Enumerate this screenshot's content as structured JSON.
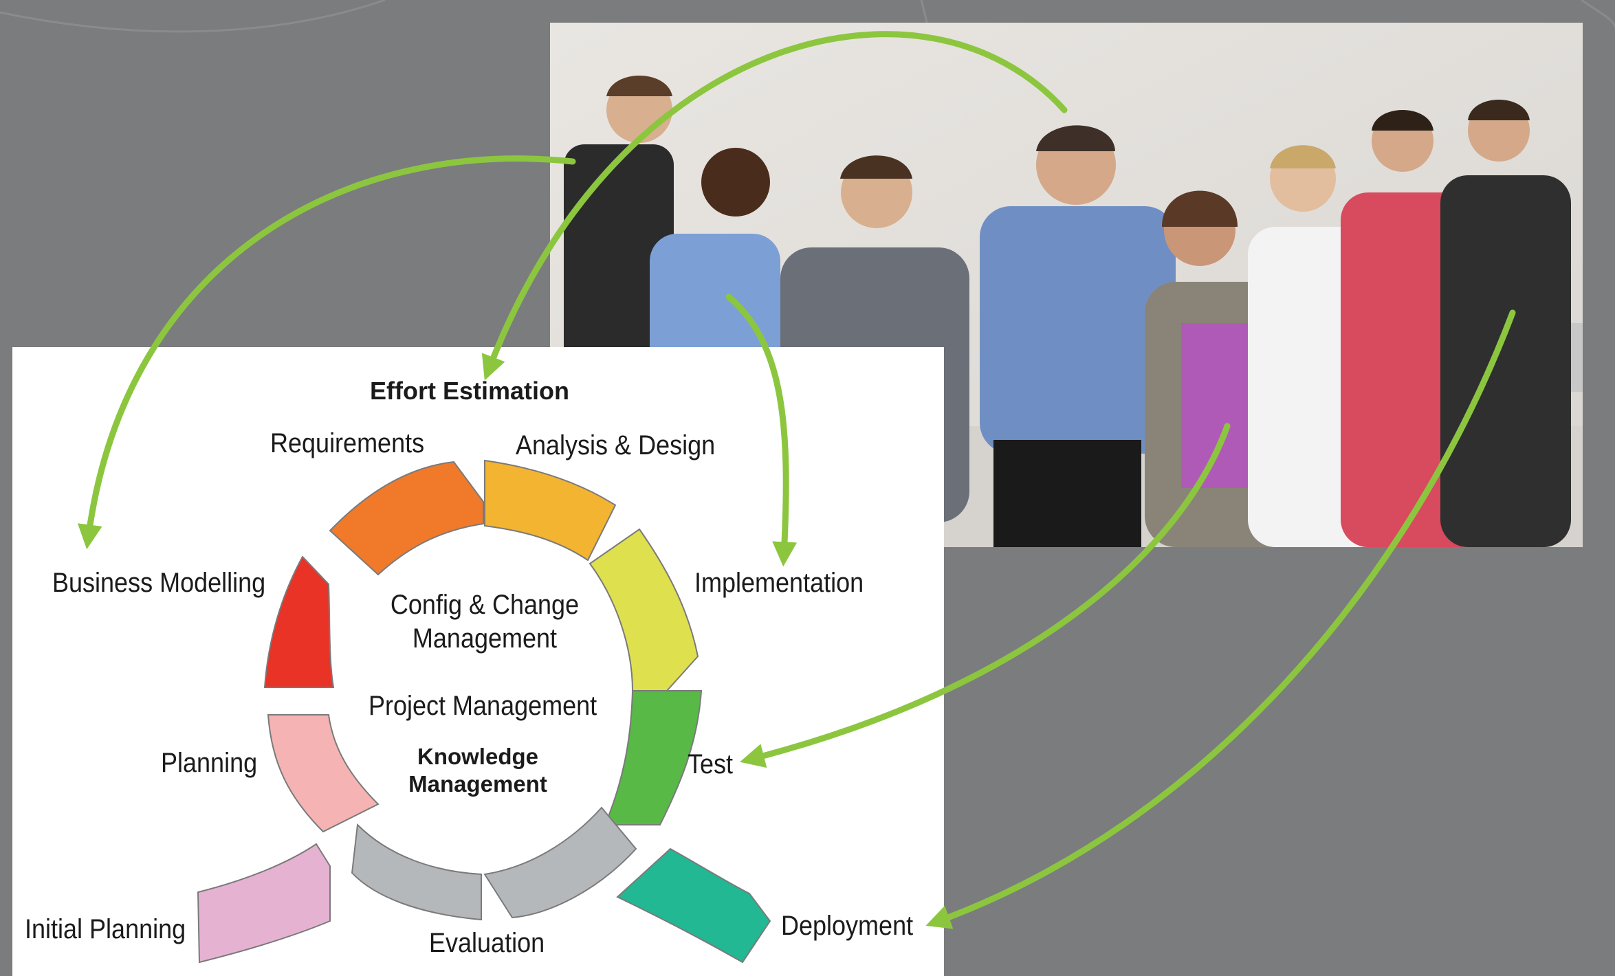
{
  "diagram": {
    "title": "Effort Estimation",
    "phases": {
      "requirements": "Requirements",
      "analysis_design": "Analysis & Design",
      "business_modelling": "Business Modelling",
      "implementation": "Implementation",
      "planning": "Planning",
      "test": "Test",
      "initial_planning": "Initial Planning",
      "evaluation": "Evaluation",
      "deployment": "Deployment"
    },
    "center": {
      "config_change_line1": "Config & Change",
      "config_change_line2": "Management",
      "project_management": "Project Management",
      "knowledge_line1": "Knowledge",
      "knowledge_line2": "Management"
    },
    "segment_colors": {
      "requirements": "#f07a2a",
      "analysis_design": "#f3b431",
      "implementation": "#dfe04e",
      "test": "#58b947",
      "deployment": "#21b893",
      "evaluation_right": "#b5b8bb",
      "evaluation_left": "#b5b8bb",
      "planning": "#f5b3b3",
      "business_modelling": "#e93327",
      "initial_planning": "#e6b2d2"
    },
    "arrow_color": "#8cc63f",
    "background_color": "#7b7c7e"
  }
}
